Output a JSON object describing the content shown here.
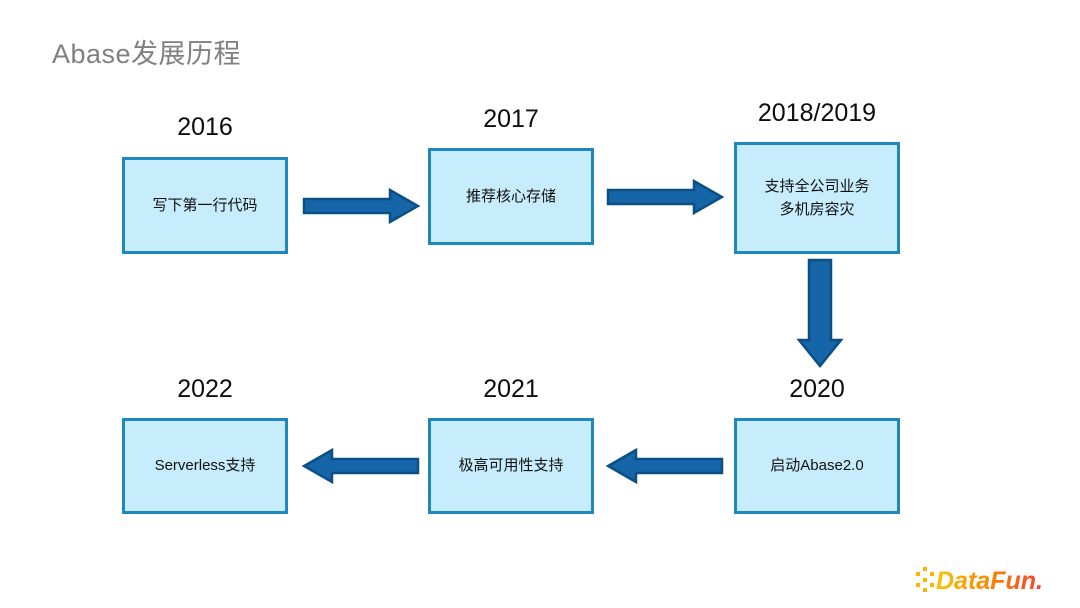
{
  "slide": {
    "title": "Abase发展历程",
    "title_color": "#808080",
    "background": "#ffffff"
  },
  "theme": {
    "box_fill": "#c7edfc",
    "box_border": "#1e87be",
    "arrow_fill": "#1565a8",
    "arrow_stroke": "#0b4f84",
    "year_color": "#0d0d0d"
  },
  "timeline": {
    "steps": [
      {
        "year": "2016",
        "text_lines": [
          "写下第一行代码"
        ],
        "text": "写下第一行代码"
      },
      {
        "year": "2017",
        "text_lines": [
          "推荐核心存储"
        ],
        "text": "推荐核心存储"
      },
      {
        "year": "2018/2019",
        "text_lines": [
          "支持全公司业务",
          "多机房容灾"
        ],
        "text": "支持全公司业务\n多机房容灾"
      },
      {
        "year": "2020",
        "text_lines": [
          "启动Abase2.0"
        ],
        "text": "启动Abase2.0"
      },
      {
        "year": "2021",
        "text_lines": [
          "极高可用性支持"
        ],
        "text": "极高可用性支持"
      },
      {
        "year": "2022",
        "text_lines": [
          "Serverless支持"
        ],
        "text": "Serverless支持"
      }
    ],
    "connectors": [
      {
        "name": "arrow-2016-to-2017",
        "direction": "right"
      },
      {
        "name": "arrow-2017-to-2018",
        "direction": "right"
      },
      {
        "name": "arrow-2018-to-2020",
        "direction": "down"
      },
      {
        "name": "arrow-2020-to-2021",
        "direction": "left"
      },
      {
        "name": "arrow-2021-to-2022",
        "direction": "left"
      }
    ]
  },
  "branding": {
    "logo_text": "DataFun.",
    "logo_color_start": "#ffc107",
    "logo_color_end": "#f4402e"
  }
}
